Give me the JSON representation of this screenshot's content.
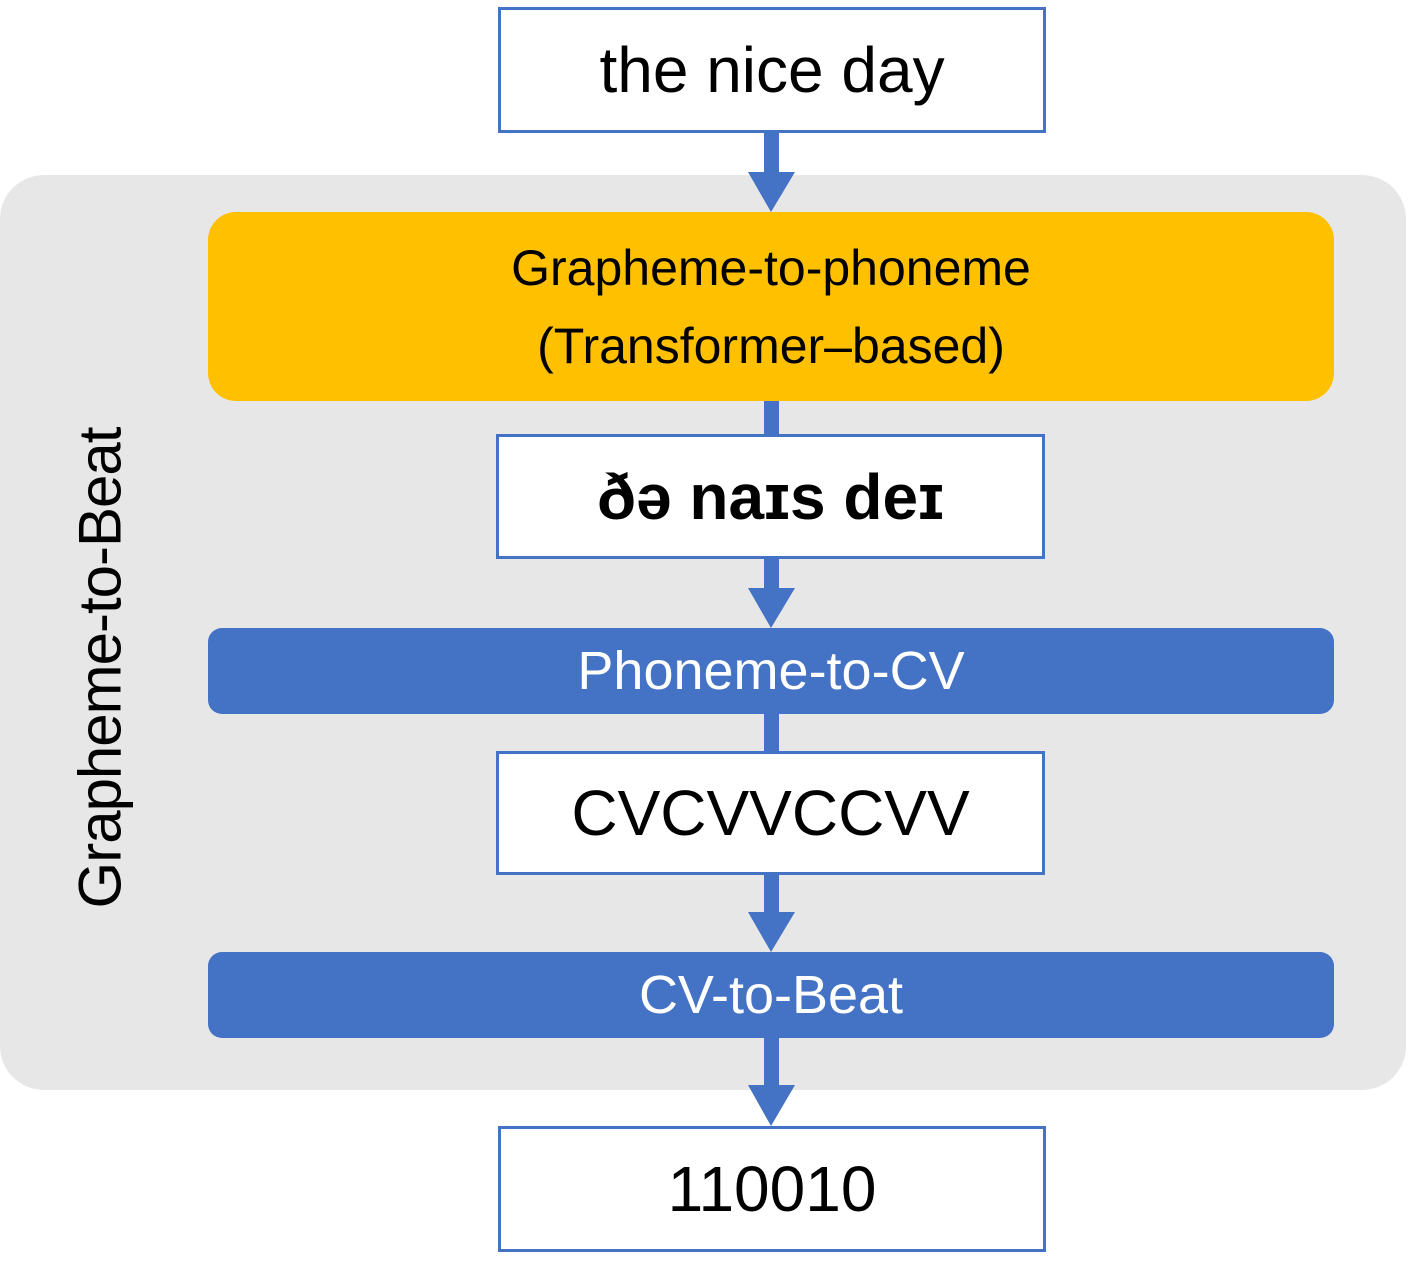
{
  "group": {
    "label": "Grapheme-to-Beat"
  },
  "boxes": {
    "input": "the nice day",
    "phonemes": "ðə naɪs deɪ",
    "cv": "CVCVVCCVV",
    "beats": "110010"
  },
  "processes": {
    "g2p": {
      "line1": "Grapheme-to-phoneme",
      "line2": "(Transformer–based)"
    },
    "phoneme_to_cv": "Phoneme-to-CV",
    "cv_to_beat": "CV-to-Beat"
  },
  "colors": {
    "group_background": "#e7e7e8",
    "g2p_fill": "#ffc000",
    "process_fill": "#4472c4",
    "box_border": "#4472c4",
    "arrow": "#4472c4"
  }
}
